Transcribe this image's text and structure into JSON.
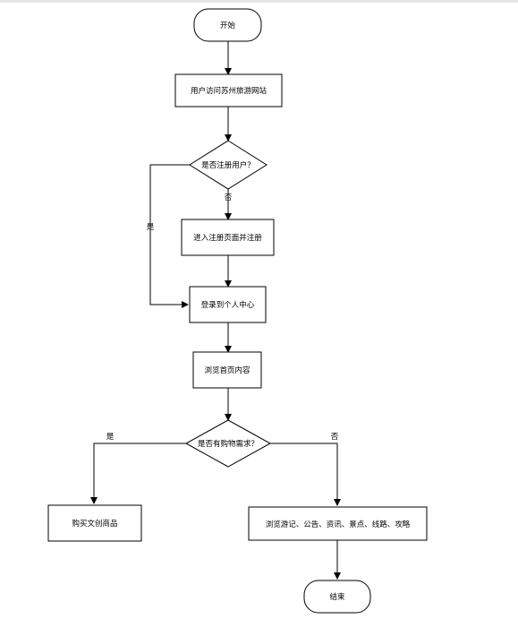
{
  "nodes": {
    "start": "开始",
    "visit": "用户访问苏州旅游网站",
    "registered": "是否注册用户？",
    "register": "进入注册页面并注册",
    "login": "登录到个人中心",
    "browse_home": "浏览首页内容",
    "need_buy": "是否有购物需求？",
    "buy": "购买文创商品",
    "browse_other": "浏览游记、公告、资讯、景点、线路、攻略",
    "end": "结束"
  },
  "edge_labels": {
    "registered_no": "否",
    "registered_yes": "是",
    "buy_yes": "是",
    "buy_no": "否"
  }
}
